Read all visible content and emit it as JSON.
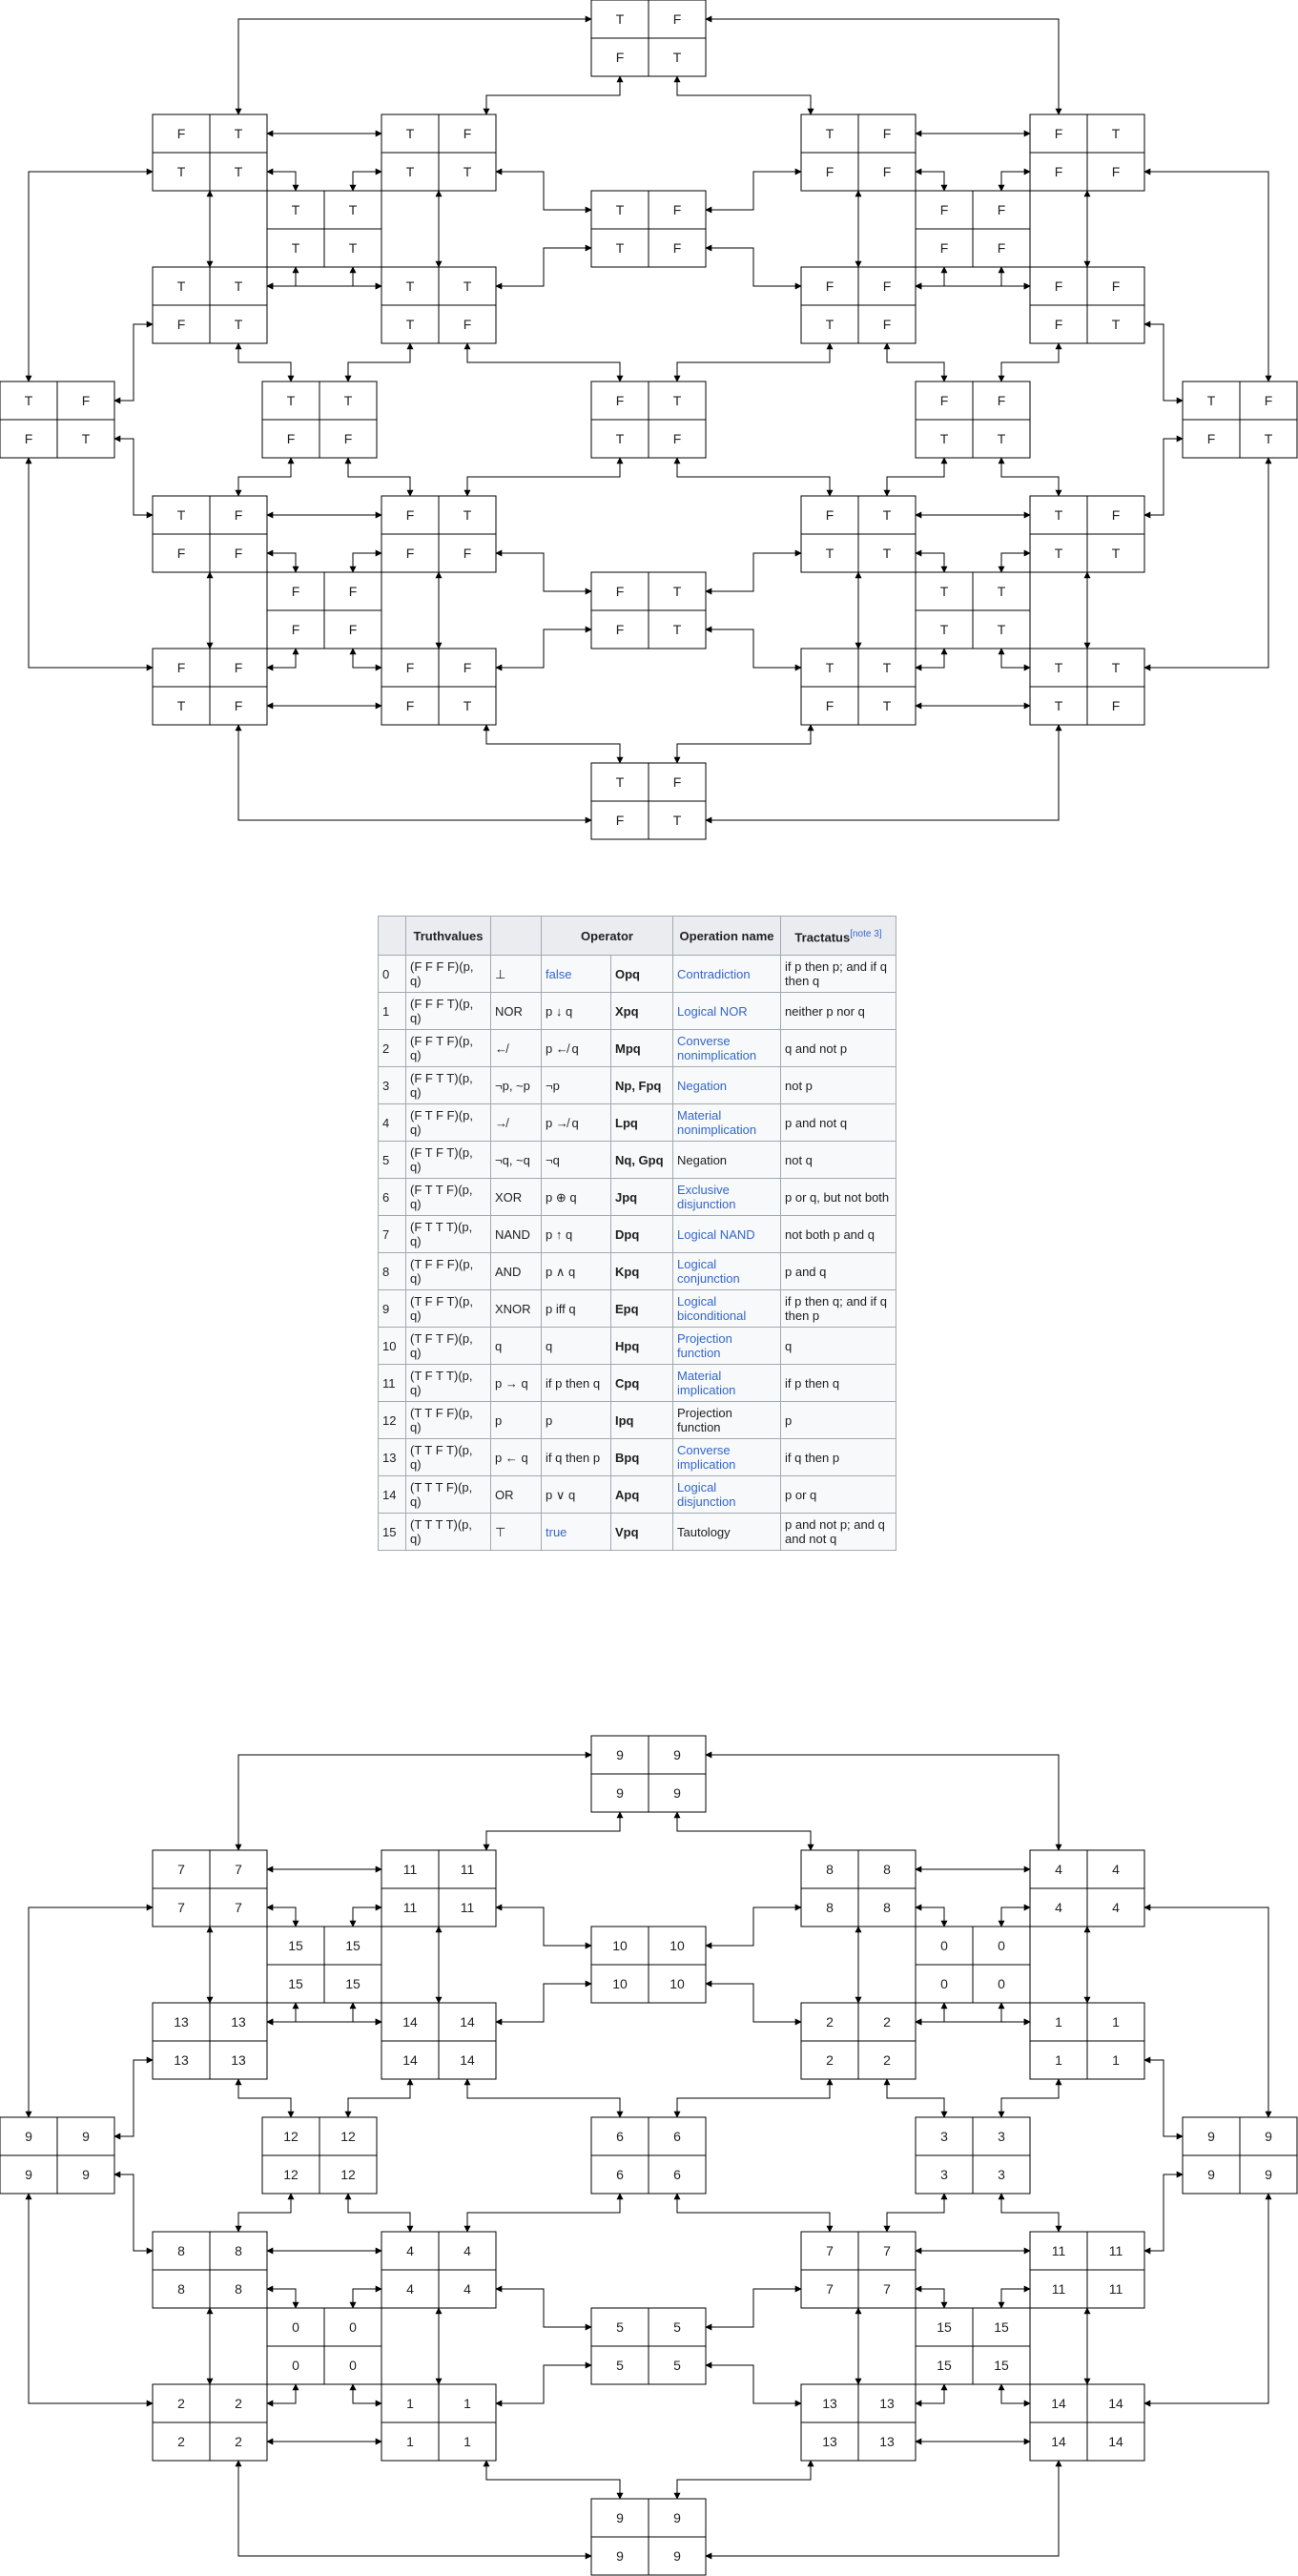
{
  "diagram_top": {
    "nodes": [
      {
        "id": "t-top",
        "cells": [
          "T",
          "F",
          "F",
          "T"
        ]
      },
      {
        "id": "t-l1a",
        "cells": [
          "F",
          "T",
          "T",
          "T"
        ]
      },
      {
        "id": "t-l1b",
        "cells": [
          "T",
          "F",
          "T",
          "T"
        ]
      },
      {
        "id": "t-l1c",
        "cells": [
          "T",
          "T",
          "T",
          "T"
        ]
      },
      {
        "id": "t-c1",
        "cells": [
          "T",
          "F",
          "T",
          "F"
        ]
      },
      {
        "id": "t-r1a",
        "cells": [
          "T",
          "F",
          "F",
          "F"
        ]
      },
      {
        "id": "t-r1b",
        "cells": [
          "F",
          "T",
          "F",
          "F"
        ]
      },
      {
        "id": "t-r1c",
        "cells": [
          "F",
          "F",
          "F",
          "F"
        ]
      },
      {
        "id": "t-l2a",
        "cells": [
          "T",
          "T",
          "F",
          "T"
        ]
      },
      {
        "id": "t-l2b",
        "cells": [
          "T",
          "T",
          "T",
          "F"
        ]
      },
      {
        "id": "t-r2a",
        "cells": [
          "F",
          "F",
          "T",
          "F"
        ]
      },
      {
        "id": "t-r2b",
        "cells": [
          "F",
          "F",
          "F",
          "T"
        ]
      },
      {
        "id": "t-far-l",
        "cells": [
          "T",
          "F",
          "F",
          "T"
        ]
      },
      {
        "id": "t-ml",
        "cells": [
          "T",
          "T",
          "F",
          "F"
        ]
      },
      {
        "id": "t-mc",
        "cells": [
          "F",
          "T",
          "T",
          "F"
        ]
      },
      {
        "id": "t-mr",
        "cells": [
          "F",
          "F",
          "T",
          "T"
        ]
      },
      {
        "id": "t-far-r",
        "cells": [
          "T",
          "F",
          "F",
          "T"
        ]
      },
      {
        "id": "t-l3a",
        "cells": [
          "T",
          "F",
          "F",
          "F"
        ]
      },
      {
        "id": "t-l3b",
        "cells": [
          "F",
          "T",
          "F",
          "F"
        ]
      },
      {
        "id": "t-r3a",
        "cells": [
          "F",
          "T",
          "T",
          "T"
        ]
      },
      {
        "id": "t-r3b",
        "cells": [
          "T",
          "F",
          "T",
          "T"
        ]
      },
      {
        "id": "t-l3c",
        "cells": [
          "F",
          "F",
          "F",
          "F"
        ]
      },
      {
        "id": "t-c3",
        "cells": [
          "F",
          "T",
          "F",
          "T"
        ]
      },
      {
        "id": "t-r3c",
        "cells": [
          "T",
          "T",
          "T",
          "T"
        ]
      },
      {
        "id": "t-l4a",
        "cells": [
          "F",
          "F",
          "T",
          "F"
        ]
      },
      {
        "id": "t-l4b",
        "cells": [
          "F",
          "F",
          "F",
          "T"
        ]
      },
      {
        "id": "t-r4a",
        "cells": [
          "T",
          "T",
          "F",
          "T"
        ]
      },
      {
        "id": "t-r4b",
        "cells": [
          "T",
          "T",
          "T",
          "F"
        ]
      },
      {
        "id": "t-bottom",
        "cells": [
          "T",
          "F",
          "F",
          "T"
        ]
      }
    ]
  },
  "table": {
    "headers": {
      "num": "",
      "truthvalues": "Truthvalues",
      "symbol": "",
      "operator": "Operator",
      "operation_name": "Operation name",
      "tractatus": "Tractatus",
      "tractatus_note": "[note 3]"
    },
    "rows": [
      {
        "num": "0",
        "tv": "(F F F F)(p, q)",
        "sym": "⊥",
        "op1": "false",
        "op2": "Opq",
        "name": "Contradiction",
        "tract": "if p then p; and if q then q"
      },
      {
        "num": "1",
        "tv": "(F F F T)(p, q)",
        "sym": "NOR",
        "op1": "p ↓ q",
        "op2": "Xpq",
        "name": "Logical NOR",
        "tract": "neither p nor q"
      },
      {
        "num": "2",
        "tv": "(F F T F)(p, q)",
        "sym": "↚",
        "op1": "p ↚ q",
        "op2": "Mpq",
        "name": "Converse nonimplication",
        "tract": "q and not p"
      },
      {
        "num": "3",
        "tv": "(F F T T)(p, q)",
        "sym": "¬p, ~p",
        "op1": "¬p",
        "op2": "Np, Fpq",
        "name": "Negation",
        "tract": "not p"
      },
      {
        "num": "4",
        "tv": "(F T F F)(p, q)",
        "sym": "↛",
        "op1": "p ↛ q",
        "op2": "Lpq",
        "name": "Material nonimplication",
        "tract": "p and not q"
      },
      {
        "num": "5",
        "tv": "(F T F T)(p, q)",
        "sym": "¬q, ~q",
        "op1": "¬q",
        "op2": "Nq, Gpq",
        "name": "Negation",
        "tract": "not q"
      },
      {
        "num": "6",
        "tv": "(F T T F)(p, q)",
        "sym": "XOR",
        "op1": "p ⊕ q",
        "op2": "Jpq",
        "name": "Exclusive disjunction",
        "tract": "p or q, but not both"
      },
      {
        "num": "7",
        "tv": "(F T T T)(p, q)",
        "sym": "NAND",
        "op1": "p ↑ q",
        "op2": "Dpq",
        "name": "Logical NAND",
        "tract": "not both p and q"
      },
      {
        "num": "8",
        "tv": "(T F F F)(p, q)",
        "sym": "AND",
        "op1": "p ∧ q",
        "op2": "Kpq",
        "name": "Logical conjunction",
        "tract": "p and q"
      },
      {
        "num": "9",
        "tv": "(T F F T)(p, q)",
        "sym": "XNOR",
        "op1": "p iff q",
        "op2": "Epq",
        "name": "Logical biconditional",
        "tract": "if p then q; and if q then p"
      },
      {
        "num": "10",
        "tv": "(T F T F)(p, q)",
        "sym": "q",
        "op1": "q",
        "op2": "Hpq",
        "name": "Projection function",
        "tract": "q"
      },
      {
        "num": "11",
        "tv": "(T F T T)(p, q)",
        "sym": "p → q",
        "op1": "if p then q",
        "op2": "Cpq",
        "name": "Material implication",
        "tract": "if p then q"
      },
      {
        "num": "12",
        "tv": "(T T F F)(p, q)",
        "sym": "p",
        "op1": "p",
        "op2": "Ipq",
        "name": "Projection function",
        "tract": "p"
      },
      {
        "num": "13",
        "tv": "(T T F T)(p, q)",
        "sym": "p ← q",
        "op1": "if q then p",
        "op2": "Bpq",
        "name": "Converse implication",
        "tract": "if q then p"
      },
      {
        "num": "14",
        "tv": "(T T T F)(p, q)",
        "sym": "OR",
        "op1": "p ∨ q",
        "op2": "Apq",
        "name": "Logical disjunction",
        "tract": "p or q"
      },
      {
        "num": "15",
        "tv": "(T T T T)(p, q)",
        "sym": "⊤",
        "op1": "true",
        "op2": "Vpq",
        "name": "Tautology",
        "tract": "p and not p; and q and not q"
      }
    ]
  },
  "diagram_bottom": {
    "nodes": [
      {
        "id": "b-top",
        "cells": [
          "9",
          "9",
          "9",
          "9"
        ]
      },
      {
        "id": "b-l1a",
        "cells": [
          "7",
          "7",
          "7",
          "7"
        ]
      },
      {
        "id": "b-l1b",
        "cells": [
          "11",
          "11",
          "11",
          "11"
        ]
      },
      {
        "id": "b-l1c",
        "cells": [
          "15",
          "15",
          "15",
          "15"
        ]
      },
      {
        "id": "b-c1",
        "cells": [
          "10",
          "10",
          "10",
          "10"
        ]
      },
      {
        "id": "b-r1a",
        "cells": [
          "8",
          "8",
          "8",
          "8"
        ]
      },
      {
        "id": "b-r1b",
        "cells": [
          "4",
          "4",
          "4",
          "4"
        ]
      },
      {
        "id": "b-r1c",
        "cells": [
          "0",
          "0",
          "0",
          "0"
        ]
      },
      {
        "id": "b-l2a",
        "cells": [
          "13",
          "13",
          "13",
          "13"
        ]
      },
      {
        "id": "b-l2b",
        "cells": [
          "14",
          "14",
          "14",
          "14"
        ]
      },
      {
        "id": "b-r2a",
        "cells": [
          "2",
          "2",
          "2",
          "2"
        ]
      },
      {
        "id": "b-r2b",
        "cells": [
          "1",
          "1",
          "1",
          "1"
        ]
      },
      {
        "id": "b-far-l",
        "cells": [
          "9",
          "9",
          "9",
          "9"
        ]
      },
      {
        "id": "b-ml",
        "cells": [
          "12",
          "12",
          "12",
          "12"
        ]
      },
      {
        "id": "b-mc",
        "cells": [
          "6",
          "6",
          "6",
          "6"
        ]
      },
      {
        "id": "b-mr",
        "cells": [
          "3",
          "3",
          "3",
          "3"
        ]
      },
      {
        "id": "b-far-r",
        "cells": [
          "9",
          "9",
          "9",
          "9"
        ]
      },
      {
        "id": "b-l3a",
        "cells": [
          "8",
          "8",
          "8",
          "8"
        ]
      },
      {
        "id": "b-l3b",
        "cells": [
          "4",
          "4",
          "4",
          "4"
        ]
      },
      {
        "id": "b-r3a",
        "cells": [
          "7",
          "7",
          "7",
          "7"
        ]
      },
      {
        "id": "b-r3b",
        "cells": [
          "11",
          "11",
          "11",
          "11"
        ]
      },
      {
        "id": "b-l3c",
        "cells": [
          "0",
          "0",
          "0",
          "0"
        ]
      },
      {
        "id": "b-c3",
        "cells": [
          "5",
          "5",
          "5",
          "5"
        ]
      },
      {
        "id": "b-r3c",
        "cells": [
          "15",
          "15",
          "15",
          "15"
        ]
      },
      {
        "id": "b-l4a",
        "cells": [
          "2",
          "2",
          "2",
          "2"
        ]
      },
      {
        "id": "b-l4b",
        "cells": [
          "1",
          "1",
          "1",
          "1"
        ]
      },
      {
        "id": "b-r4a",
        "cells": [
          "13",
          "13",
          "13",
          "13"
        ]
      },
      {
        "id": "b-r4b",
        "cells": [
          "14",
          "14",
          "14",
          "14"
        ]
      },
      {
        "id": "b-bottom",
        "cells": [
          "9",
          "9",
          "9",
          "9"
        ]
      }
    ]
  }
}
